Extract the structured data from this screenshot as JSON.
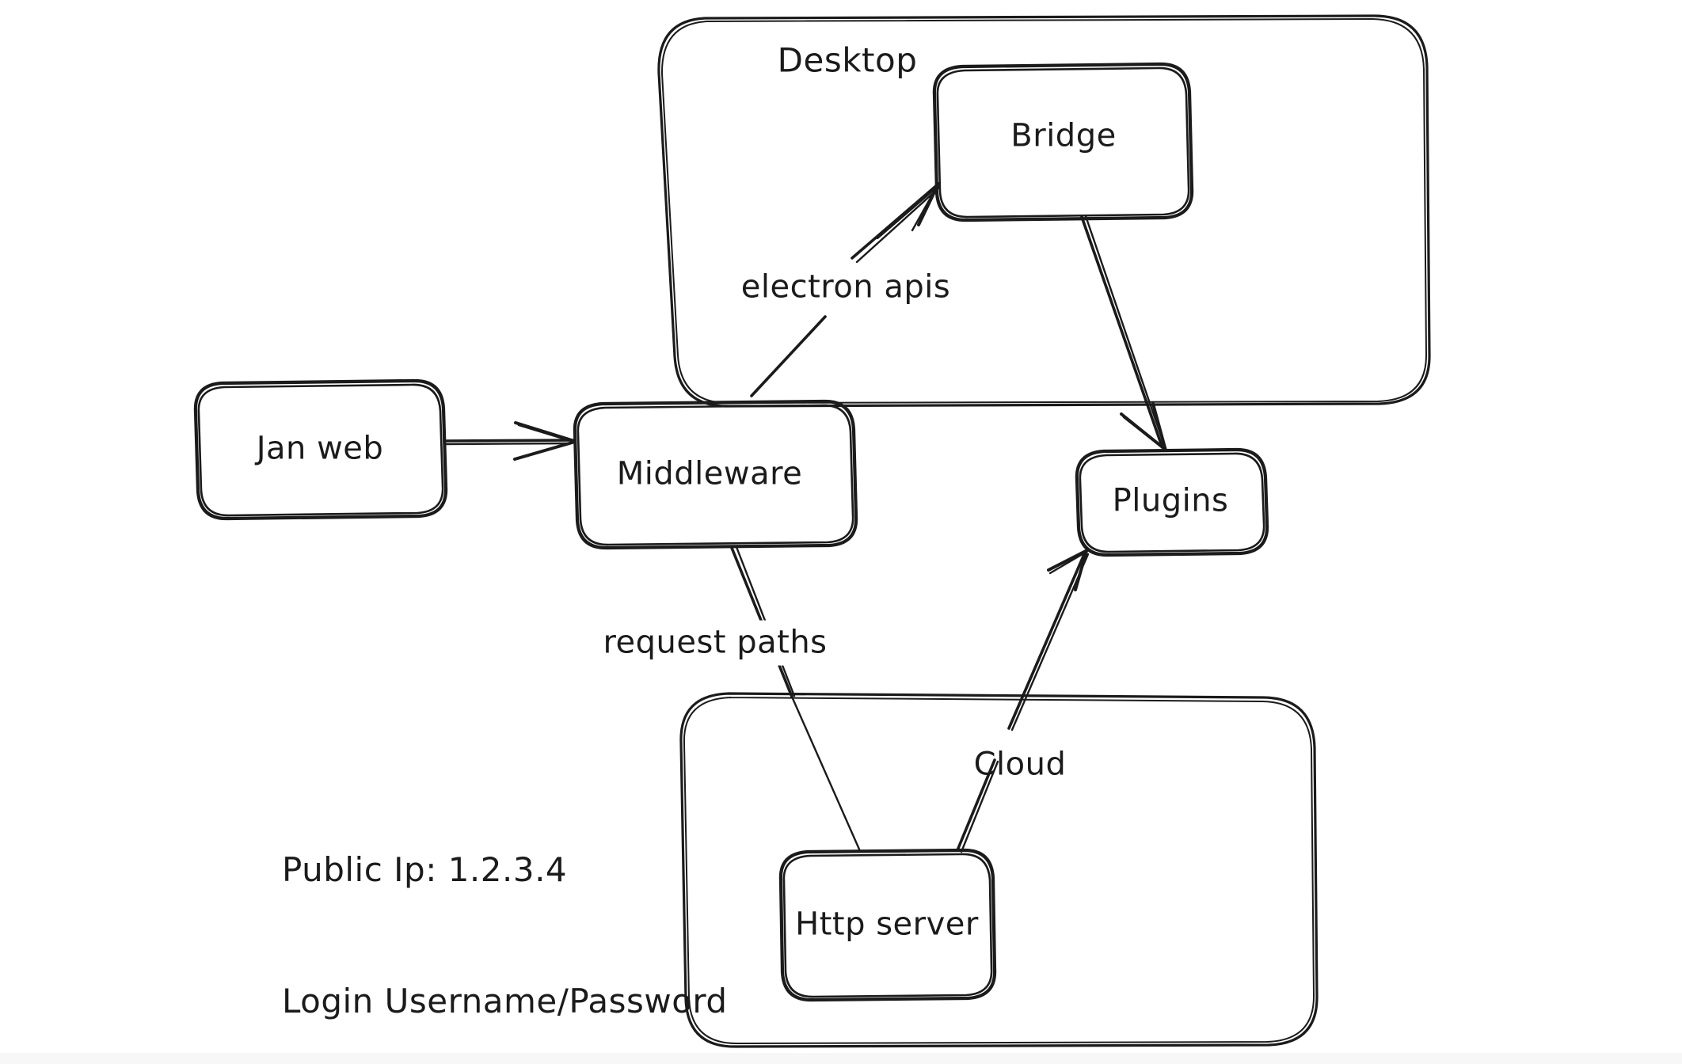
{
  "diagram": {
    "title": "Jan architecture sketch",
    "style": "hand-drawn whiteboard",
    "background_color": "#ffffff",
    "stroke_color": "#1b1b1b",
    "text_color": "#1b1b1b"
  },
  "groups": [
    {
      "id": "desktop",
      "label": "Desktop"
    },
    {
      "id": "cloud",
      "label": ""
    }
  ],
  "nodes": [
    {
      "id": "jan-web",
      "label": "Jan web"
    },
    {
      "id": "middleware",
      "label": "Middleware"
    },
    {
      "id": "bridge",
      "label": "Bridge"
    },
    {
      "id": "plugins",
      "label": "Plugins"
    },
    {
      "id": "http-server",
      "label": "Http server"
    }
  ],
  "edges": [
    {
      "id": "janweb-to-middleware",
      "from": "Jan web",
      "to": "Middleware",
      "label": "",
      "arrow": true
    },
    {
      "id": "middleware-to-bridge",
      "from": "Middleware",
      "to": "Bridge",
      "label": "electron apis",
      "arrow": true
    },
    {
      "id": "bridge-to-plugins",
      "from": "Bridge",
      "to": "Plugins",
      "label": "",
      "arrow": true
    },
    {
      "id": "middleware-to-httpserver",
      "from": "Middleware",
      "to": "Http server",
      "label": "request paths",
      "arrow": false
    },
    {
      "id": "httpserver-to-plugins",
      "from": "Http server",
      "to": "Plugins",
      "label": "Cloud",
      "arrow": true
    }
  ],
  "notes": {
    "id": "cloud-credentials-note",
    "line1": "Public Ip: 1.2.3.4",
    "line2": "Login Username/Password"
  },
  "labels": {
    "desktop": "Desktop",
    "bridge": "Bridge",
    "jan_web": "Jan web",
    "middleware": "Middleware",
    "plugins": "Plugins",
    "http_server": "Http server",
    "electron_apis": "electron apis",
    "request_paths": "request paths",
    "cloud": "Cloud"
  }
}
